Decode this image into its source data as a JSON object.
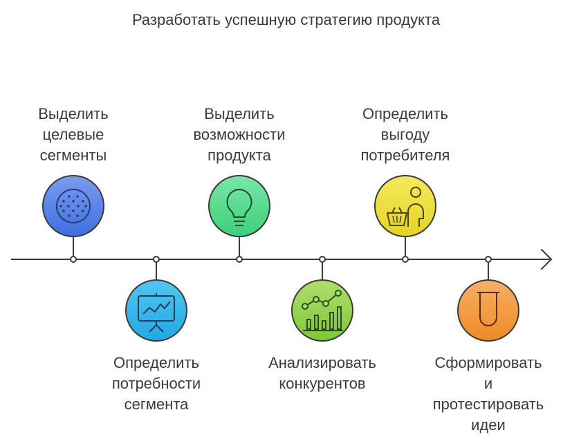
{
  "title": "Разработать успешную стратегию продукта",
  "steps": [
    {
      "lines": [
        "Выделить",
        "целевые",
        "сегменты"
      ],
      "icon": "dots-circle-icon",
      "color": "#4f7de6",
      "position": "above"
    },
    {
      "lines": [
        "Определить",
        "потребности",
        "сегмента"
      ],
      "icon": "presentation-chart-icon",
      "color": "#2fb8e8",
      "position": "below"
    },
    {
      "lines": [
        "Выделить",
        "возможности",
        "продукта"
      ],
      "icon": "lightbulb-icon",
      "color": "#52d98a",
      "position": "above"
    },
    {
      "lines": [
        "Анализировать",
        "конкурентов"
      ],
      "icon": "growth-chart-icon",
      "color": "#8fd14f",
      "position": "below"
    },
    {
      "lines": [
        "Определить",
        "выгоду",
        "потребителя"
      ],
      "icon": "shopper-basket-icon",
      "color": "#eee03a",
      "position": "above"
    },
    {
      "lines": [
        "Сформировать",
        "и",
        "протестировать",
        "идеи"
      ],
      "icon": "test-tube-icon",
      "color": "#f39a3c",
      "position": "below"
    }
  ]
}
